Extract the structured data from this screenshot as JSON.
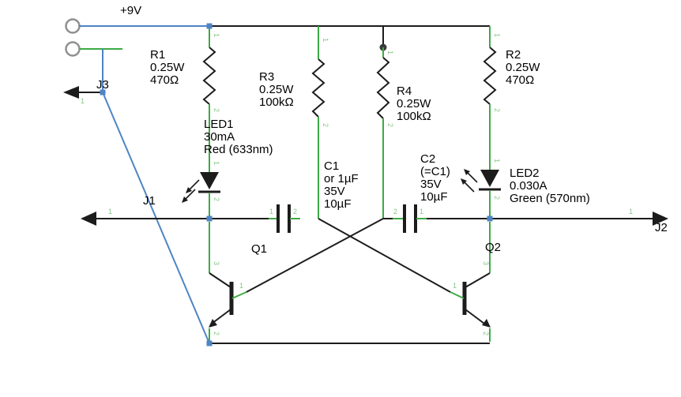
{
  "schematic": {
    "power_label": "+9V",
    "pins": {
      "p1": "1",
      "p2": "2",
      "p3": "3"
    },
    "ports": {
      "j1": {
        "label": "J1"
      },
      "j2": {
        "label": "J2"
      },
      "j3": {
        "label": "J3"
      }
    },
    "components": {
      "r1": {
        "designator": "R1",
        "rating": "0.25W",
        "value": "470Ω"
      },
      "r2": {
        "designator": "R2",
        "rating": "0.25W",
        "value": "470Ω"
      },
      "r3": {
        "designator": "R3",
        "rating": "0.25W",
        "value": "100kΩ"
      },
      "r4": {
        "designator": "R4",
        "rating": "0.25W",
        "value": "100kΩ"
      },
      "led1": {
        "designator": "LED1",
        "current": "30mA",
        "color": "Red (633nm)"
      },
      "led2": {
        "designator": "LED2",
        "current": "0.030A",
        "color": "Green (570nm)"
      },
      "c1": {
        "designator": "C1",
        "note": "or 1µF",
        "voltage": "35V",
        "value": "10µF"
      },
      "c2": {
        "designator": "C2",
        "note": "(=C1)",
        "voltage": "35V",
        "value": "10µF"
      },
      "q1": {
        "designator": "Q1"
      },
      "q2": {
        "designator": "Q2"
      }
    }
  },
  "colors": {
    "background": "#ffffff",
    "label_text": "#000000",
    "wire_black": "#1c1c1c",
    "wire_green": "#3cab44",
    "wire_blue": "#4f84c4",
    "pin_text": "#86c586",
    "junction": "#4f84c4",
    "connector_ring": "#909090"
  }
}
